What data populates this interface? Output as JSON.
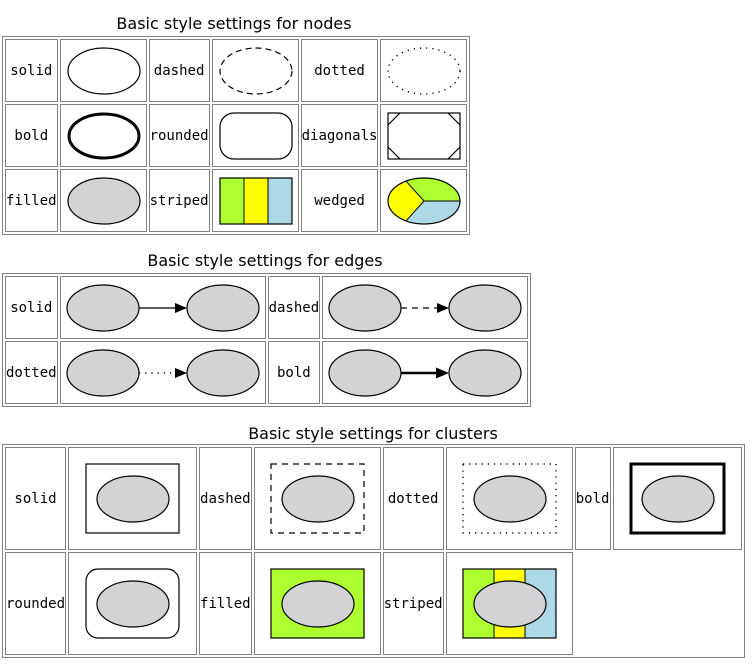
{
  "nodes": {
    "caption": "Basic style settings for nodes",
    "labels": {
      "solid": "solid",
      "dashed": "dashed",
      "dotted": "dotted",
      "bold": "bold",
      "rounded": "rounded",
      "diagonals": "diagonals",
      "filled": "filled",
      "striped": "striped",
      "wedged": "wedged"
    }
  },
  "edges": {
    "caption": "Basic style settings for edges",
    "labels": {
      "solid": "solid",
      "dashed": "dashed",
      "dotted": "dotted",
      "bold": "bold"
    }
  },
  "clusters": {
    "caption": "Basic style settings for clusters",
    "labels": {
      "solid": "solid",
      "dashed": "dashed",
      "dotted": "dotted",
      "bold": "bold",
      "rounded": "rounded",
      "filled": "filled",
      "striped": "striped"
    }
  },
  "colors": {
    "node_fill": "#d3d2d4",
    "green": "#adff2f",
    "yellow": "#ffff00",
    "blue": "#add8e6",
    "border": "#808080"
  }
}
